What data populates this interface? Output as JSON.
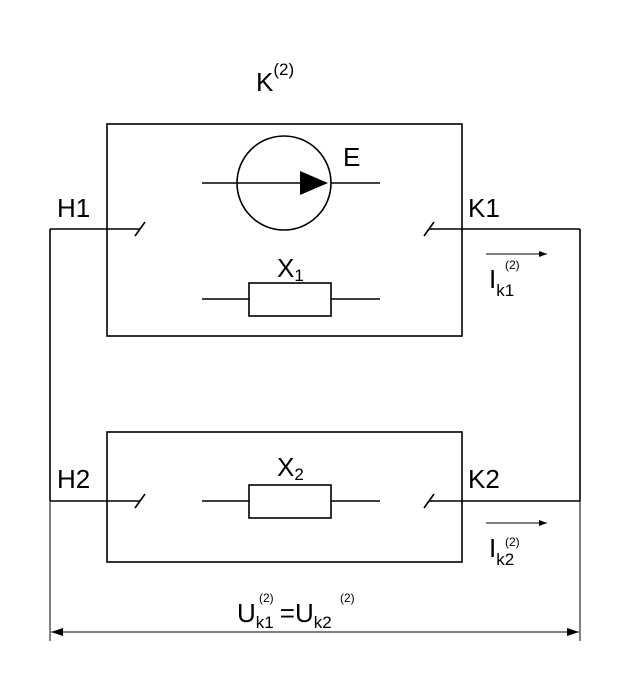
{
  "title": {
    "base": "K",
    "sup": "(2)"
  },
  "source_label": "E",
  "upper_block": {
    "terminal_left": "H1",
    "terminal_right": "K1",
    "reactance": {
      "base": "X",
      "sub": "1"
    }
  },
  "lower_block": {
    "terminal_left": "H2",
    "terminal_right": "K2",
    "reactance": {
      "base": "X",
      "sub": "2"
    }
  },
  "current_1": {
    "base": "I",
    "sub": "k1",
    "sup": "(2)"
  },
  "current_2": {
    "base": "I",
    "sub": "k2",
    "sup": "(2)"
  },
  "voltage": {
    "left": {
      "base": "U",
      "sub": "k1",
      "sup": "(2)"
    },
    "eq": "=",
    "right": {
      "base": "U",
      "sub": "k2",
      "sup": "(2)"
    }
  }
}
